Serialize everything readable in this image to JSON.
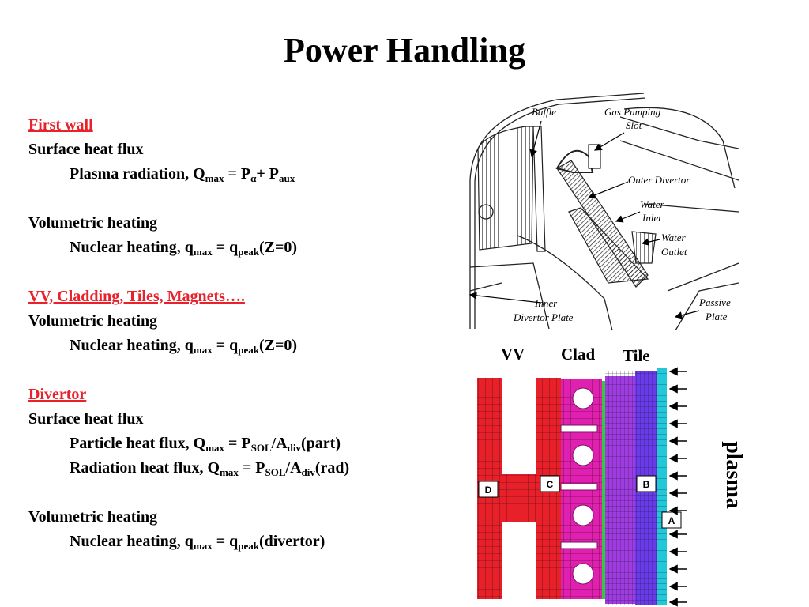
{
  "title": "Power Handling",
  "first_wall": {
    "heading": "First wall",
    "surface": "Surface heat flux",
    "plasma_rad_pre": "Plasma radiation, Q",
    "max": "max",
    "eq_p": " = P",
    "alpha": "α",
    "plus_p": "+ P",
    "aux": "aux",
    "volumetric": "Volumetric heating",
    "nuclear_pre": "Nuclear heating, q",
    "eq_q": " = q",
    "peak": "peak",
    "z0": "(Z=0)"
  },
  "vv": {
    "heading": "VV, Cladding, Tiles, Magnets….",
    "volumetric": "Volumetric heating",
    "nuclear_pre": "Nuclear heating, q",
    "max": "max",
    "eq_q": " = q",
    "peak": "peak",
    "z0": "(Z=0)"
  },
  "divertor": {
    "heading": "Divertor",
    "surface": "Surface heat flux",
    "particle_pre": "Particle heat flux, Q",
    "max": "max",
    "eq_p": " = P",
    "sol": "SOL",
    "slash_a": "/A",
    "div": "div",
    "part": "(part)",
    "radiation_pre": "Radiation heat flux, Q",
    "rad": "(rad)",
    "volumetric": "Volumetric heating",
    "nuclear_pre": "Nuclear heating, q",
    "eq_q": " = q",
    "peak": "peak",
    "divertor_arg": "(divertor)"
  },
  "diagram_labels": {
    "baffle": "Baffle",
    "gas1": "Gas Pumping",
    "gas2": "Slot",
    "outer": "Outer Divertor",
    "water_in1": "Water",
    "water_in2": "Inlet",
    "water_out1": "Water",
    "water_out2": "Outlet",
    "inner1": "Inner",
    "inner2": "Divertor Plate",
    "passive1": "Passive",
    "passive2": "Plate"
  },
  "fem": {
    "vv": "VV",
    "clad": "Clad",
    "tile": "Tile",
    "plasma": "plasma",
    "region_a": "A",
    "region_b": "B",
    "region_c": "C",
    "region_d": "D"
  },
  "colors": {
    "accent_red": "#e8212b",
    "vv_red": "#e8202a",
    "clad_magenta": "#e020b0",
    "tile_purple": "#9a3be8",
    "armor_cyan": "#22c8d8",
    "interlayer_green": "#2ecc3a"
  }
}
